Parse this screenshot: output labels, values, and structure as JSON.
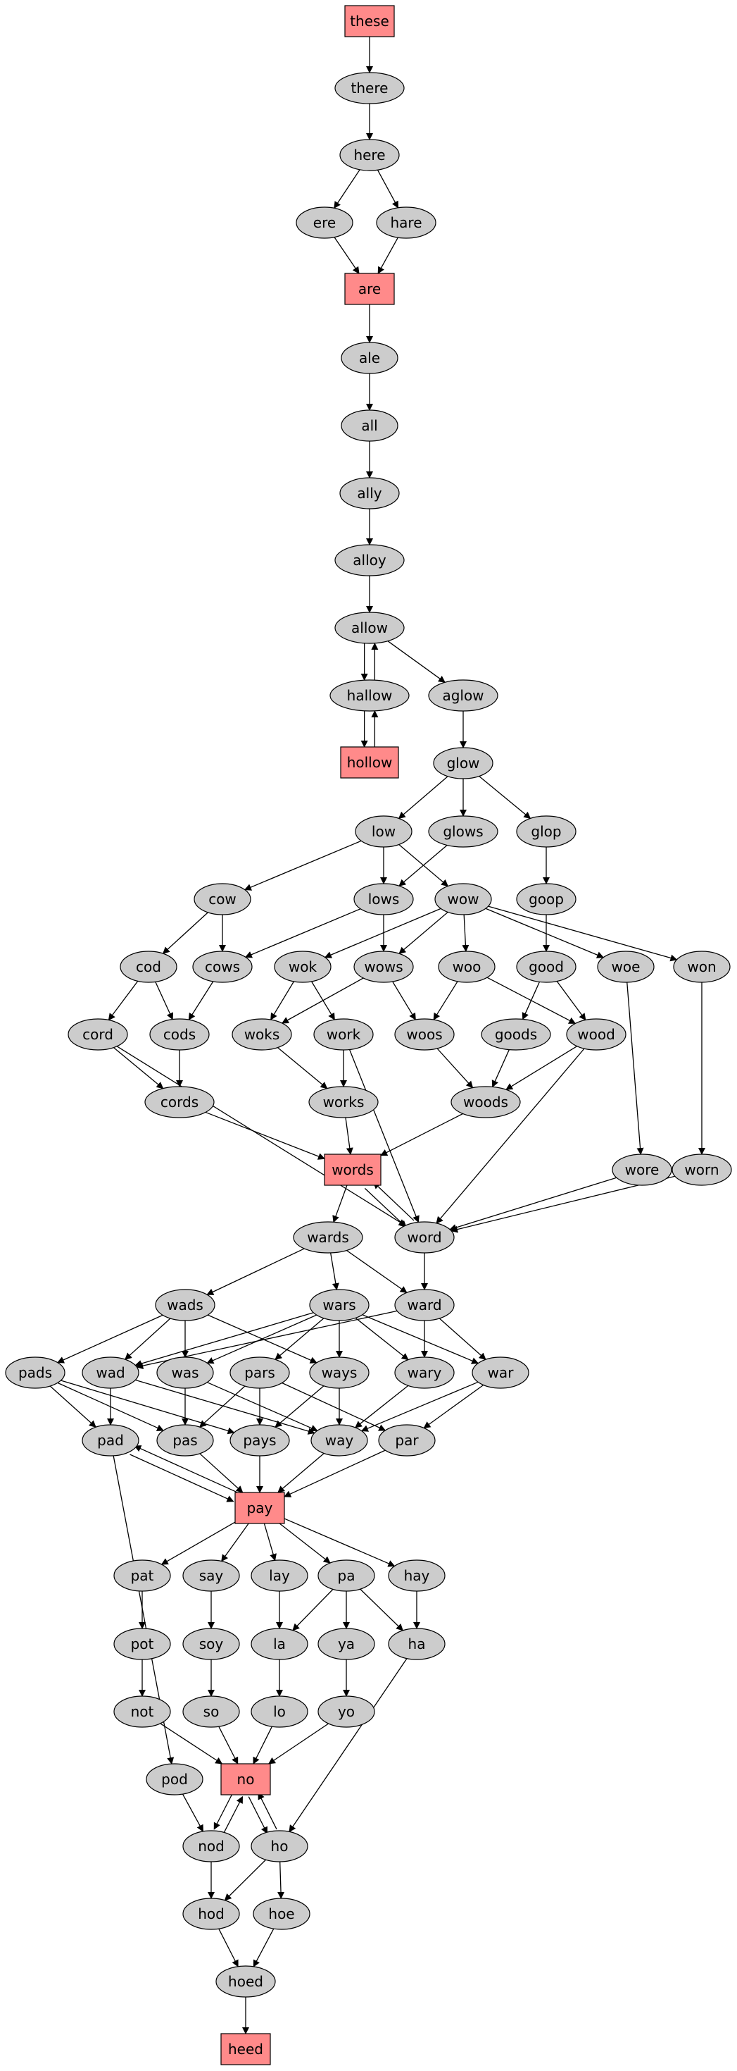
{
  "graph": {
    "colors": {
      "ellipse_fill": "#cccccc",
      "box_fill": "#ff8a8a",
      "stroke": "#000000"
    },
    "nodes": [
      {
        "id": "these",
        "label": "these",
        "shape": "box"
      },
      {
        "id": "there",
        "label": "there",
        "shape": "ellipse"
      },
      {
        "id": "here",
        "label": "here",
        "shape": "ellipse"
      },
      {
        "id": "ere",
        "label": "ere",
        "shape": "ellipse"
      },
      {
        "id": "hare",
        "label": "hare",
        "shape": "ellipse"
      },
      {
        "id": "are",
        "label": "are",
        "shape": "box"
      },
      {
        "id": "ale",
        "label": "ale",
        "shape": "ellipse"
      },
      {
        "id": "all",
        "label": "all",
        "shape": "ellipse"
      },
      {
        "id": "ally",
        "label": "ally",
        "shape": "ellipse"
      },
      {
        "id": "alloy",
        "label": "alloy",
        "shape": "ellipse"
      },
      {
        "id": "allow",
        "label": "allow",
        "shape": "ellipse"
      },
      {
        "id": "hallow",
        "label": "hallow",
        "shape": "ellipse"
      },
      {
        "id": "aglow",
        "label": "aglow",
        "shape": "ellipse"
      },
      {
        "id": "hollow",
        "label": "hollow",
        "shape": "box"
      },
      {
        "id": "glow",
        "label": "glow",
        "shape": "ellipse"
      },
      {
        "id": "low",
        "label": "low",
        "shape": "ellipse"
      },
      {
        "id": "glows",
        "label": "glows",
        "shape": "ellipse"
      },
      {
        "id": "glop",
        "label": "glop",
        "shape": "ellipse"
      },
      {
        "id": "cow",
        "label": "cow",
        "shape": "ellipse"
      },
      {
        "id": "lows",
        "label": "lows",
        "shape": "ellipse"
      },
      {
        "id": "wow",
        "label": "wow",
        "shape": "ellipse"
      },
      {
        "id": "goop",
        "label": "goop",
        "shape": "ellipse"
      },
      {
        "id": "cod",
        "label": "cod",
        "shape": "ellipse"
      },
      {
        "id": "cows",
        "label": "cows",
        "shape": "ellipse"
      },
      {
        "id": "wok",
        "label": "wok",
        "shape": "ellipse"
      },
      {
        "id": "wows",
        "label": "wows",
        "shape": "ellipse"
      },
      {
        "id": "woo",
        "label": "woo",
        "shape": "ellipse"
      },
      {
        "id": "good",
        "label": "good",
        "shape": "ellipse"
      },
      {
        "id": "woe",
        "label": "woe",
        "shape": "ellipse"
      },
      {
        "id": "won",
        "label": "won",
        "shape": "ellipse"
      },
      {
        "id": "cord",
        "label": "cord",
        "shape": "ellipse"
      },
      {
        "id": "cods",
        "label": "cods",
        "shape": "ellipse"
      },
      {
        "id": "woks",
        "label": "woks",
        "shape": "ellipse"
      },
      {
        "id": "work",
        "label": "work",
        "shape": "ellipse"
      },
      {
        "id": "woos",
        "label": "woos",
        "shape": "ellipse"
      },
      {
        "id": "goods",
        "label": "goods",
        "shape": "ellipse"
      },
      {
        "id": "wood",
        "label": "wood",
        "shape": "ellipse"
      },
      {
        "id": "cords",
        "label": "cords",
        "shape": "ellipse"
      },
      {
        "id": "works",
        "label": "works",
        "shape": "ellipse"
      },
      {
        "id": "woods",
        "label": "woods",
        "shape": "ellipse"
      },
      {
        "id": "words",
        "label": "words",
        "shape": "box"
      },
      {
        "id": "wore",
        "label": "wore",
        "shape": "ellipse"
      },
      {
        "id": "worn",
        "label": "worn",
        "shape": "ellipse"
      },
      {
        "id": "wards",
        "label": "wards",
        "shape": "ellipse"
      },
      {
        "id": "word",
        "label": "word",
        "shape": "ellipse"
      },
      {
        "id": "wads",
        "label": "wads",
        "shape": "ellipse"
      },
      {
        "id": "wars",
        "label": "wars",
        "shape": "ellipse"
      },
      {
        "id": "ward",
        "label": "ward",
        "shape": "ellipse"
      },
      {
        "id": "pads",
        "label": "pads",
        "shape": "ellipse"
      },
      {
        "id": "wad",
        "label": "wad",
        "shape": "ellipse"
      },
      {
        "id": "was",
        "label": "was",
        "shape": "ellipse"
      },
      {
        "id": "pars",
        "label": "pars",
        "shape": "ellipse"
      },
      {
        "id": "ways",
        "label": "ways",
        "shape": "ellipse"
      },
      {
        "id": "wary",
        "label": "wary",
        "shape": "ellipse"
      },
      {
        "id": "war",
        "label": "war",
        "shape": "ellipse"
      },
      {
        "id": "pad",
        "label": "pad",
        "shape": "ellipse"
      },
      {
        "id": "pas",
        "label": "pas",
        "shape": "ellipse"
      },
      {
        "id": "pays",
        "label": "pays",
        "shape": "ellipse"
      },
      {
        "id": "way",
        "label": "way",
        "shape": "ellipse"
      },
      {
        "id": "par",
        "label": "par",
        "shape": "ellipse"
      },
      {
        "id": "pay",
        "label": "pay",
        "shape": "box"
      },
      {
        "id": "pat",
        "label": "pat",
        "shape": "ellipse"
      },
      {
        "id": "say",
        "label": "say",
        "shape": "ellipse"
      },
      {
        "id": "lay",
        "label": "lay",
        "shape": "ellipse"
      },
      {
        "id": "pa",
        "label": "pa",
        "shape": "ellipse"
      },
      {
        "id": "hay",
        "label": "hay",
        "shape": "ellipse"
      },
      {
        "id": "pot",
        "label": "pot",
        "shape": "ellipse"
      },
      {
        "id": "soy",
        "label": "soy",
        "shape": "ellipse"
      },
      {
        "id": "la",
        "label": "la",
        "shape": "ellipse"
      },
      {
        "id": "ya",
        "label": "ya",
        "shape": "ellipse"
      },
      {
        "id": "ha",
        "label": "ha",
        "shape": "ellipse"
      },
      {
        "id": "not",
        "label": "not",
        "shape": "ellipse"
      },
      {
        "id": "so",
        "label": "so",
        "shape": "ellipse"
      },
      {
        "id": "lo",
        "label": "lo",
        "shape": "ellipse"
      },
      {
        "id": "yo",
        "label": "yo",
        "shape": "ellipse"
      },
      {
        "id": "pod",
        "label": "pod",
        "shape": "ellipse"
      },
      {
        "id": "no",
        "label": "no",
        "shape": "box"
      },
      {
        "id": "nod",
        "label": "nod",
        "shape": "ellipse"
      },
      {
        "id": "ho",
        "label": "ho",
        "shape": "ellipse"
      },
      {
        "id": "hod",
        "label": "hod",
        "shape": "ellipse"
      },
      {
        "id": "hoe",
        "label": "hoe",
        "shape": "ellipse"
      },
      {
        "id": "hoed",
        "label": "hoed",
        "shape": "ellipse"
      },
      {
        "id": "heed",
        "label": "heed",
        "shape": "box"
      }
    ],
    "edges": [
      [
        "these",
        "there"
      ],
      [
        "there",
        "here"
      ],
      [
        "here",
        "ere"
      ],
      [
        "here",
        "hare"
      ],
      [
        "ere",
        "are"
      ],
      [
        "hare",
        "are"
      ],
      [
        "are",
        "ale"
      ],
      [
        "ale",
        "all"
      ],
      [
        "all",
        "ally"
      ],
      [
        "ally",
        "alloy"
      ],
      [
        "alloy",
        "allow"
      ],
      [
        "allow",
        "hallow"
      ],
      [
        "hallow",
        "allow"
      ],
      [
        "allow",
        "aglow"
      ],
      [
        "hallow",
        "hollow"
      ],
      [
        "hollow",
        "hallow"
      ],
      [
        "aglow",
        "glow"
      ],
      [
        "glow",
        "low"
      ],
      [
        "glow",
        "glows"
      ],
      [
        "glow",
        "glop"
      ],
      [
        "low",
        "cow"
      ],
      [
        "low",
        "lows"
      ],
      [
        "low",
        "wow"
      ],
      [
        "glows",
        "lows"
      ],
      [
        "glop",
        "goop"
      ],
      [
        "cow",
        "cod"
      ],
      [
        "cow",
        "cows"
      ],
      [
        "lows",
        "cows"
      ],
      [
        "lows",
        "wows"
      ],
      [
        "wow",
        "wok"
      ],
      [
        "wow",
        "wows"
      ],
      [
        "wow",
        "woo"
      ],
      [
        "wow",
        "woe"
      ],
      [
        "wow",
        "won"
      ],
      [
        "goop",
        "good"
      ],
      [
        "cod",
        "cord"
      ],
      [
        "cod",
        "cods"
      ],
      [
        "cows",
        "cods"
      ],
      [
        "wok",
        "woks"
      ],
      [
        "wok",
        "work"
      ],
      [
        "wows",
        "woks"
      ],
      [
        "wows",
        "woos"
      ],
      [
        "woo",
        "woos"
      ],
      [
        "woo",
        "wood"
      ],
      [
        "good",
        "goods"
      ],
      [
        "good",
        "wood"
      ],
      [
        "woe",
        "wore"
      ],
      [
        "won",
        "worn"
      ],
      [
        "cord",
        "cords"
      ],
      [
        "cods",
        "cords"
      ],
      [
        "cord",
        "word"
      ],
      [
        "woks",
        "works"
      ],
      [
        "work",
        "works"
      ],
      [
        "work",
        "word"
      ],
      [
        "woos",
        "woods"
      ],
      [
        "goods",
        "woods"
      ],
      [
        "wood",
        "woods"
      ],
      [
        "wood",
        "word"
      ],
      [
        "cords",
        "words"
      ],
      [
        "works",
        "words"
      ],
      [
        "woods",
        "words"
      ],
      [
        "words",
        "wards"
      ],
      [
        "words",
        "word"
      ],
      [
        "word",
        "words"
      ],
      [
        "wore",
        "word"
      ],
      [
        "worn",
        "word"
      ],
      [
        "wards",
        "wads"
      ],
      [
        "wards",
        "wars"
      ],
      [
        "wards",
        "ward"
      ],
      [
        "word",
        "ward"
      ],
      [
        "wads",
        "pads"
      ],
      [
        "wads",
        "wad"
      ],
      [
        "wads",
        "was"
      ],
      [
        "wads",
        "ways"
      ],
      [
        "wars",
        "wad"
      ],
      [
        "wars",
        "was"
      ],
      [
        "wars",
        "pars"
      ],
      [
        "wars",
        "ways"
      ],
      [
        "wars",
        "wary"
      ],
      [
        "wars",
        "war"
      ],
      [
        "ward",
        "wad"
      ],
      [
        "ward",
        "wary"
      ],
      [
        "ward",
        "war"
      ],
      [
        "pads",
        "pad"
      ],
      [
        "pads",
        "pas"
      ],
      [
        "pads",
        "pays"
      ],
      [
        "wad",
        "pad"
      ],
      [
        "wad",
        "way"
      ],
      [
        "was",
        "pas"
      ],
      [
        "was",
        "way"
      ],
      [
        "pars",
        "pas"
      ],
      [
        "pars",
        "pays"
      ],
      [
        "pars",
        "par"
      ],
      [
        "ways",
        "pays"
      ],
      [
        "ways",
        "way"
      ],
      [
        "wary",
        "way"
      ],
      [
        "war",
        "way"
      ],
      [
        "war",
        "par"
      ],
      [
        "pad",
        "pay"
      ],
      [
        "pay",
        "pad"
      ],
      [
        "pas",
        "pay"
      ],
      [
        "pays",
        "pay"
      ],
      [
        "way",
        "pay"
      ],
      [
        "par",
        "pay"
      ],
      [
        "pay",
        "pat"
      ],
      [
        "pay",
        "say"
      ],
      [
        "pay",
        "lay"
      ],
      [
        "pay",
        "pa"
      ],
      [
        "pay",
        "hay"
      ],
      [
        "pat",
        "pot"
      ],
      [
        "say",
        "soy"
      ],
      [
        "lay",
        "la"
      ],
      [
        "pa",
        "la"
      ],
      [
        "pa",
        "ya"
      ],
      [
        "pa",
        "ha"
      ],
      [
        "hay",
        "ha"
      ],
      [
        "pot",
        "not"
      ],
      [
        "soy",
        "so"
      ],
      [
        "la",
        "lo"
      ],
      [
        "ya",
        "yo"
      ],
      [
        "pad",
        "pod"
      ],
      [
        "not",
        "no"
      ],
      [
        "so",
        "no"
      ],
      [
        "lo",
        "no"
      ],
      [
        "yo",
        "no"
      ],
      [
        "pod",
        "nod"
      ],
      [
        "no",
        "nod"
      ],
      [
        "nod",
        "no"
      ],
      [
        "no",
        "ho"
      ],
      [
        "ho",
        "no"
      ],
      [
        "ha",
        "ho"
      ],
      [
        "nod",
        "hod"
      ],
      [
        "ho",
        "hod"
      ],
      [
        "ho",
        "hoe"
      ],
      [
        "hod",
        "hoed"
      ],
      [
        "hoe",
        "hoed"
      ],
      [
        "hoed",
        "heed"
      ]
    ]
  }
}
